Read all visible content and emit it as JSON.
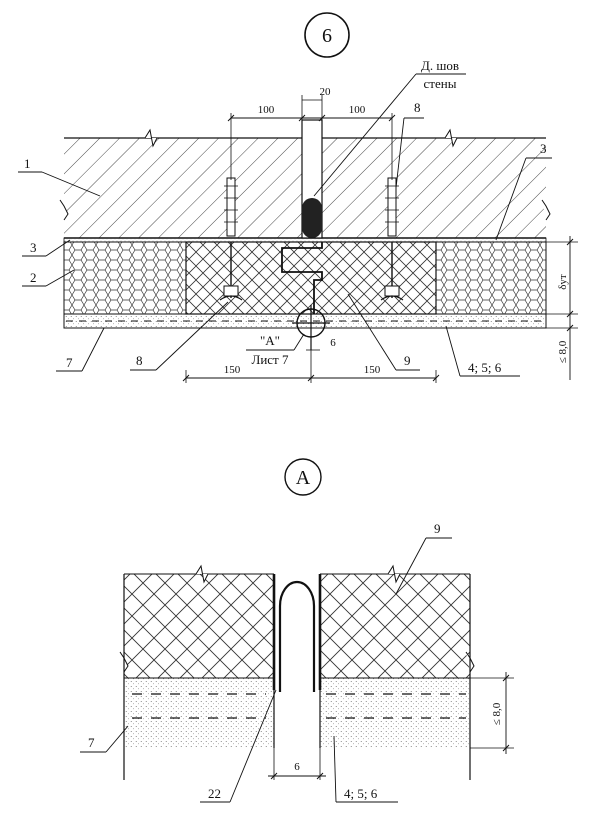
{
  "detail_b": {
    "marker": "6",
    "joint_label_line1": "Д. шов",
    "joint_label_line2": "стены",
    "dim_100_left": "100",
    "dim_20": "20",
    "dim_100_right": "100",
    "dim_150_left": "150",
    "dim_150_right": "150",
    "dim_6": "6",
    "dim_layer_thickness": "δут",
    "dim_finish": "≤ 8,0",
    "callout_line1": "\"А\"",
    "callout_line2": "Лист 7",
    "labels": {
      "l1": "1",
      "l3_left": "3",
      "l2": "2",
      "l7": "7",
      "l8_bottom": "8",
      "l8_top": "8",
      "l3_right": "3",
      "l9": "9",
      "l456": "4; 5; 6"
    }
  },
  "detail_a": {
    "marker": "А",
    "dim_6": "6",
    "dim_finish": "≤ 8,0",
    "labels": {
      "l9": "9",
      "l7": "7",
      "l22": "22",
      "l456": "4; 5; 6"
    }
  },
  "colors": {
    "ink": "#111111",
    "paper": "#ffffff",
    "sealant": "#222222"
  }
}
